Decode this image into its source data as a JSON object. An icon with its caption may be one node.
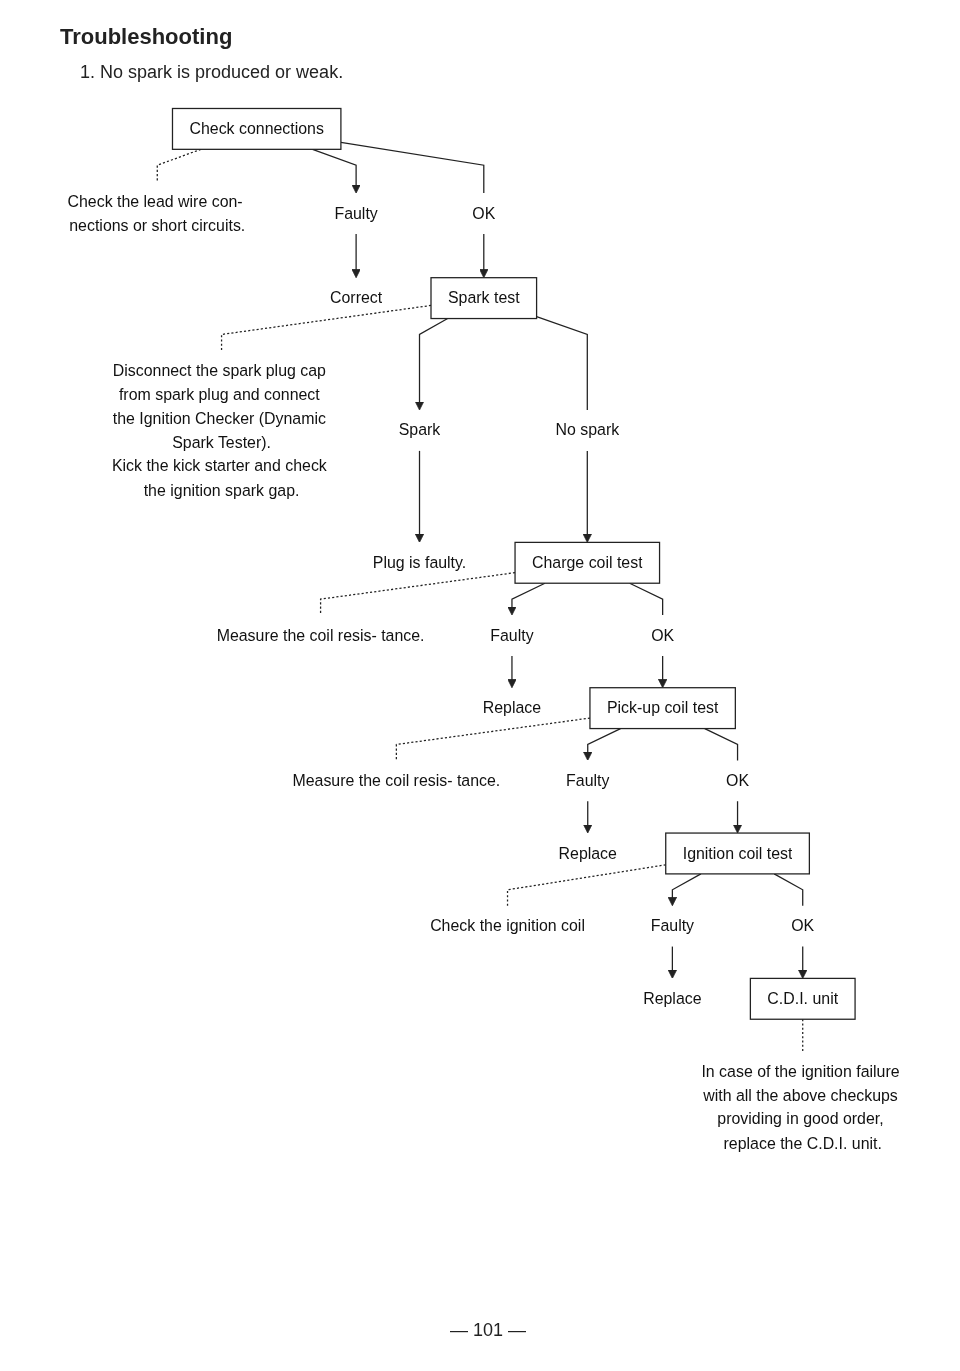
{
  "diagram": {
    "title": "Troubleshooting",
    "nodes": [
      {
        "text": [
          "Check connections"
        ]
      },
      {
        "text": [
          "Check the lead wire con- nections or short circuits."
        ]
      },
      {
        "text": [
          "OK"
        ]
      },
      {
        "text": [
          "Faulty"
        ]
      },
      {
        "text": [
          "Correct"
        ]
      },
      {
        "text": [
          "Spark test"
        ]
      },
      {
        "text": [
          "Disconnect the spark plug cap from spark plug and connect the Ignition Checker (Dynamic Spark Tester).",
          "Kick the kick starter and check the ignition spark gap."
        ]
      },
      {
        "text": [
          "No spark"
        ]
      },
      {
        "text": [
          "Spark"
        ]
      },
      {
        "text": [
          "Plug is faulty."
        ]
      },
      {
        "text": [
          "Charge coil test"
        ]
      },
      {
        "text": [
          "Measure the coil resis- tance."
        ]
      },
      {
        "text": [
          "OK"
        ]
      },
      {
        "text": [
          "Faulty"
        ]
      },
      {
        "text": [
          "Replace"
        ]
      },
      {
        "text": [
          "Pick-up coil test"
        ]
      },
      {
        "text": [
          "Measure the coil resis- tance."
        ]
      },
      {
        "text": [
          "OK"
        ]
      },
      {
        "text": [
          "Faulty"
        ]
      },
      {
        "text": [
          "Replace"
        ]
      },
      {
        "text": [
          "Ignition coil test"
        ]
      },
      {
        "text": [
          "Check the ignition coil"
        ]
      },
      {
        "text": [
          "OK"
        ]
      },
      {
        "text": [
          "Faulty"
        ]
      },
      {
        "text": [
          "Replace"
        ]
      },
      {
        "text": [
          "C.D.I. unit"
        ]
      },
      {
        "text": [
          "In case of the ignition failure with all the above checkups providing in good order, replace the C.D.I. unit."
        ]
      }
    ],
    "edges": [
      {
        "from": 0,
        "to": 2,
        "arrow": "none"
      },
      {
        "from": 0,
        "to": 3,
        "arrow": "to"
      },
      {
        "from": 0,
        "to": 1,
        "arrow": "none",
        "style": "dashed"
      },
      {
        "from": 2,
        "to": 5,
        "arrow": "to"
      },
      {
        "from": 3,
        "to": 4,
        "arrow": "to"
      },
      {
        "from": 5,
        "to": 7,
        "arrow": "none"
      },
      {
        "from": 5,
        "to": 8,
        "arrow": "to"
      },
      {
        "from": 5,
        "to": 6,
        "arrow": "none",
        "style": "dashed"
      },
      {
        "from": 7,
        "to": 10,
        "arrow": "to"
      },
      {
        "from": 8,
        "to": 9,
        "arrow": "to"
      },
      {
        "from": 10,
        "to": 12,
        "arrow": "none"
      },
      {
        "from": 10,
        "to": 13,
        "arrow": "to"
      },
      {
        "from": 10,
        "to": 11,
        "arrow": "none",
        "style": "dashed"
      },
      {
        "from": 12,
        "to": 15,
        "arrow": "to"
      },
      {
        "from": 13,
        "to": 14,
        "arrow": "to"
      },
      {
        "from": 15,
        "to": 17,
        "arrow": "none"
      },
      {
        "from": 15,
        "to": 18,
        "arrow": "to"
      },
      {
        "from": 15,
        "to": 16,
        "arrow": "none",
        "style": "dashed"
      },
      {
        "from": 17,
        "to": 20,
        "arrow": "to"
      },
      {
        "from": 18,
        "to": 19,
        "arrow": "to"
      },
      {
        "from": 20,
        "to": 22,
        "arrow": "none"
      },
      {
        "from": 20,
        "to": 23,
        "arrow": "to"
      },
      {
        "from": 20,
        "to": 21,
        "arrow": "none",
        "style": "dashed"
      },
      {
        "from": 22,
        "to": 25,
        "arrow": "to"
      },
      {
        "from": 23,
        "to": 24,
        "arrow": "to"
      },
      {
        "from": 25,
        "to": 26,
        "arrow": "none",
        "style": "dashed"
      }
    ],
    "labels": [
      "1. No spark is produced or weak.",
      "— 101 —"
    ]
  }
}
